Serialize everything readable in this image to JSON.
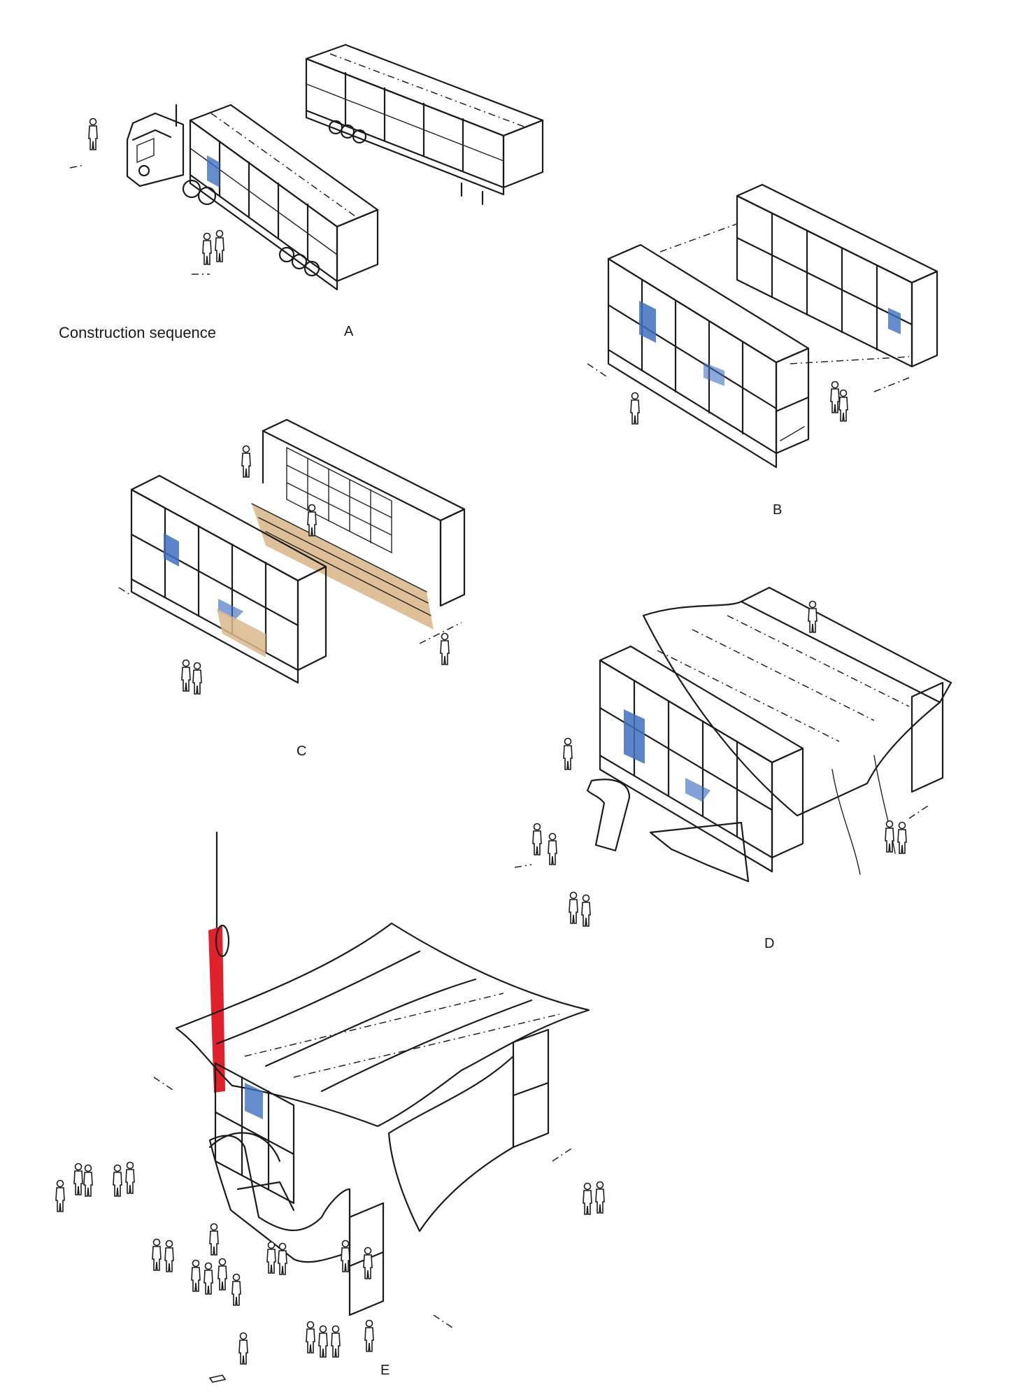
{
  "title": "Construction sequence",
  "steps": {
    "a": "A",
    "b": "B",
    "c": "C",
    "d": "D",
    "e": "E"
  },
  "colors": {
    "ink": "#1b1b1b",
    "glass": "#cfeceb",
    "glass_light": "#e8f6f5",
    "accent_blue": "#3f6fc0",
    "wood": "#d9b98c",
    "mast_red": "#e0202a",
    "paper": "#ffffff"
  }
}
